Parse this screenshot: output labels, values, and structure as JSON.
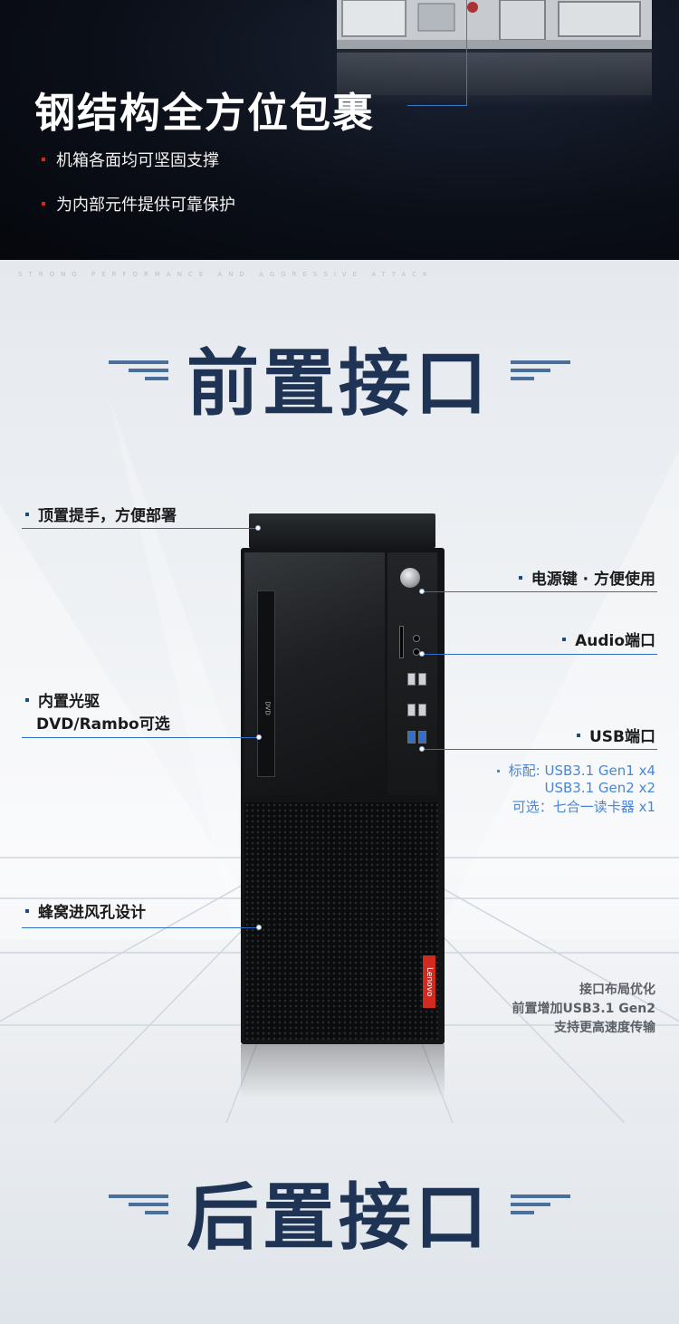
{
  "section1": {
    "title": "钢结构全方位包裹",
    "bullets": [
      "机箱各面均可坚固支撑",
      "为内部元件提供可靠保护"
    ]
  },
  "section2": {
    "tagline": "STRONG PERFORMANCE AND AGGRESSIVE ATTACK",
    "title": "前置接口",
    "labels": {
      "top_handle": "顶置提手，方便部署",
      "optical_line1": "内置光驱",
      "optical_line2": "DVD/Rambo可选",
      "honeycomb": "蜂窝进风孔设计",
      "power": "电源键 · 方便使用",
      "audio": "Audio端口",
      "usb": "USB端口"
    },
    "usb_notes": [
      "标配: USB3.1 Gen1 x4",
      "USB3.1 Gen2 x2",
      "可选：七合一读卡器 x1"
    ],
    "layout_notes": [
      "接口布局优化",
      "前置增加USB3.1 Gen2",
      "支持更高速度传输"
    ],
    "brand": "Lenovo"
  },
  "section3": {
    "title": "后置接口"
  },
  "colors": {
    "title_navy": "#1f3455",
    "accent_blue": "#2c6fc6",
    "note_blue": "#4a86d6",
    "bullet_red": "#e0241b",
    "brand_red": "#d32a20"
  }
}
